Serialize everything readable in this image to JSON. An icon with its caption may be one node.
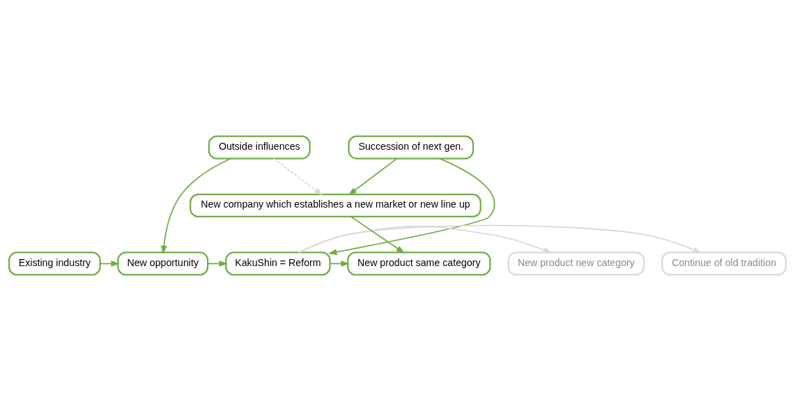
{
  "diagram": {
    "nodes": [
      {
        "text": [
          "Outside influences"
        ]
      },
      {
        "text": [
          "Succession of next gen."
        ]
      },
      {
        "text": [
          "Continue of old tradition"
        ]
      },
      {
        "text": [
          "Existing industry"
        ]
      },
      {
        "text": [
          "New opportunity"
        ]
      },
      {
        "text": [
          "KakuShin = Reform"
        ]
      },
      {
        "text": [
          "New product same category"
        ]
      },
      {
        "text": [
          "New product new category"
        ]
      },
      {
        "text": [
          "New company which establishes a new market or new line up"
        ]
      }
    ],
    "edges": [
      {
        "from": 3,
        "to": 4,
        "arrow": "to"
      },
      {
        "from": 0,
        "to": 4,
        "arrow": "to"
      },
      {
        "from": 4,
        "to": 5,
        "arrow": "to"
      },
      {
        "from": 1,
        "to": 5,
        "arrow": "to"
      },
      {
        "from": 5,
        "to": 2,
        "arrow": "to",
        "color": "#d9d9d9"
      },
      {
        "from": 5,
        "to": 6,
        "arrow": "to"
      },
      {
        "from": 5,
        "to": 7,
        "arrow": "to",
        "color": "#d9d9d9"
      },
      {
        "from": 0,
        "to": 8,
        "arrow": "to",
        "style": "dashed",
        "color": "#d9d9d9"
      },
      {
        "from": 1,
        "to": 8,
        "arrow": "to"
      },
      {
        "from": 8,
        "to": 6,
        "arrow": "to"
      }
    ]
  }
}
